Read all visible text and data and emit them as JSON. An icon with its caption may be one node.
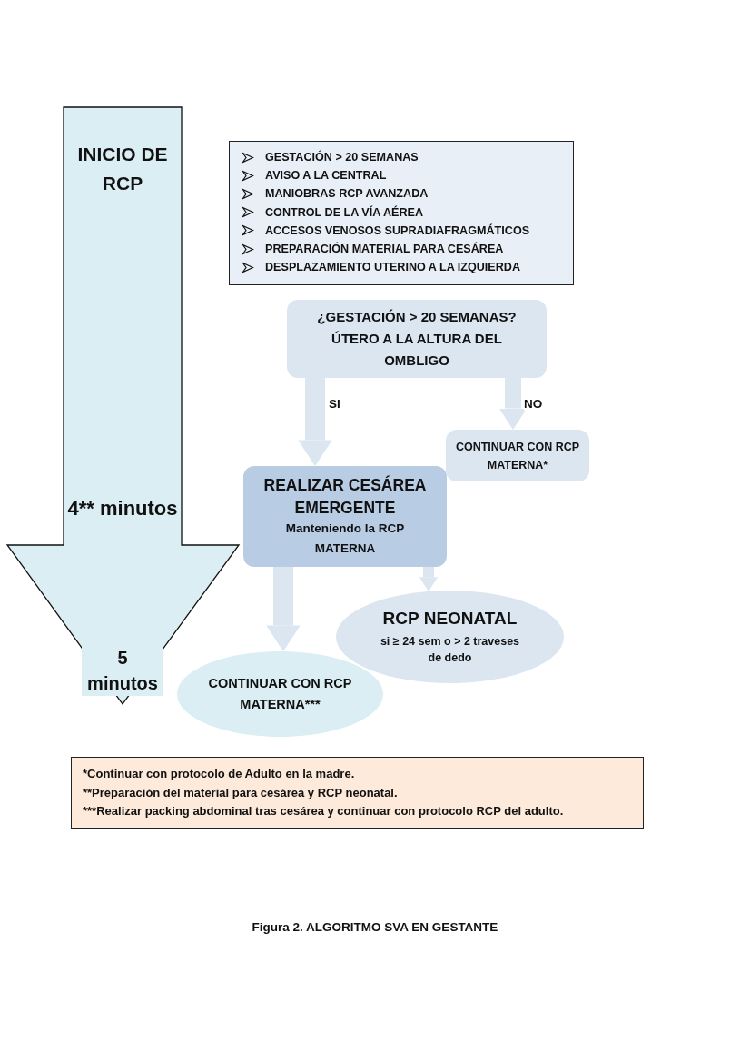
{
  "diagram": {
    "caption": "Figura 2. ALGORITMO SVA EN GESTANTE",
    "nodes": [
      {
        "text": [
          "INICIO DE RCP",
          "4** minutos",
          "5 minutos"
        ]
      },
      {
        "text": [
          "GESTACIÓN > 20 SEMANAS",
          "AVISO A LA CENTRAL",
          "MANIOBRAS RCP AVANZADA",
          "CONTROL DE LA VÍA AÉREA",
          "ACCESOS VENOSOS SUPRADIAFRAGMÁTICOS",
          "PREPARACIÓN MATERIAL PARA CESÁREA",
          "DESPLAZAMIENTO UTERINO A LA IZQUIERDA"
        ]
      },
      {
        "text": [
          "¿GESTACIÓN > 20 SEMANAS? ÚTERO A LA ALTURA DEL OMBLIGO"
        ]
      },
      {
        "text": [
          "CONTINUAR CON RCP MATERNA*"
        ]
      },
      {
        "text": [
          "REALIZAR CESÁREA EMERGENTE",
          "Manteniendo la RCP MATERNA"
        ]
      },
      {
        "text": [
          "RCP NEONATAL",
          "si ≥ 24 sem o > 2 traveses de dedo"
        ]
      },
      {
        "text": [
          "CONTINUAR CON RCP MATERNA***"
        ]
      },
      {
        "text": [
          "*Continuar con protocolo de Adulto en la madre.",
          "**Preparación del material para cesárea y RCP neonatal.",
          "***Realizar packing abdominal tras cesárea y continuar con protocolo RCP del adulto."
        ]
      }
    ],
    "edges": [
      {
        "from": 2,
        "to": 4,
        "arrow": "to",
        "label": "SI"
      },
      {
        "from": 2,
        "to": 3,
        "arrow": "to",
        "label": "NO"
      },
      {
        "from": 4,
        "to": 6,
        "arrow": "to"
      },
      {
        "from": 4,
        "to": 5,
        "arrow": "to"
      }
    ]
  }
}
